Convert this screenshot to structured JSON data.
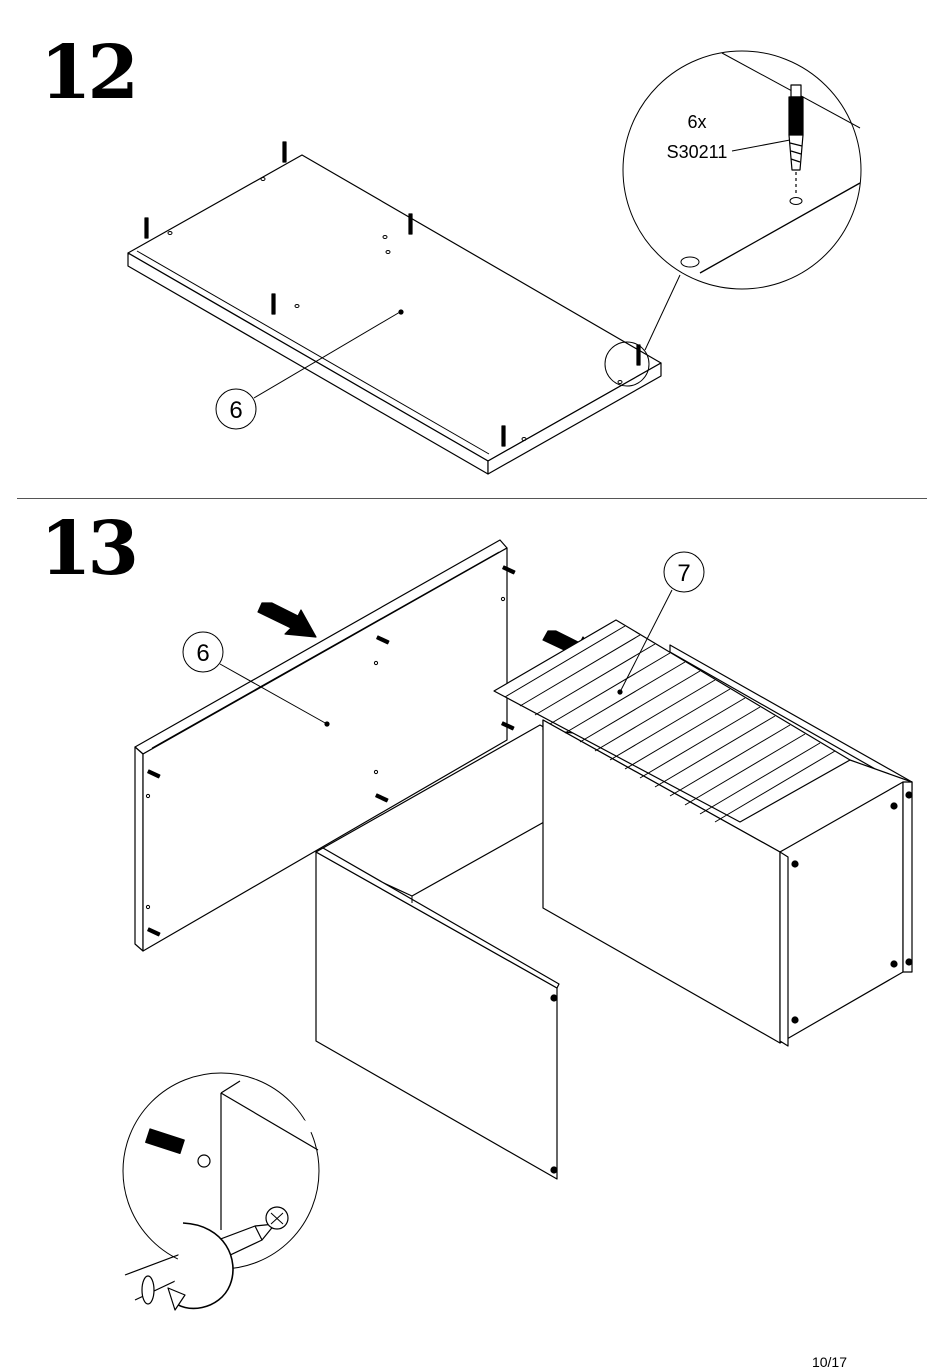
{
  "steps": [
    {
      "number": "12"
    },
    {
      "number": "13"
    }
  ],
  "detail_zoom": {
    "quantity": "6x",
    "part_code": "S30211"
  },
  "callouts": {
    "step12_panel": "6",
    "step13_panel": "6",
    "step13_back": "7"
  },
  "footer": {
    "page": "10/17"
  },
  "icons": [
    "push-arrow-icon",
    "dowel-icon",
    "screwdriver-icon",
    "rotate-arrow-icon"
  ]
}
